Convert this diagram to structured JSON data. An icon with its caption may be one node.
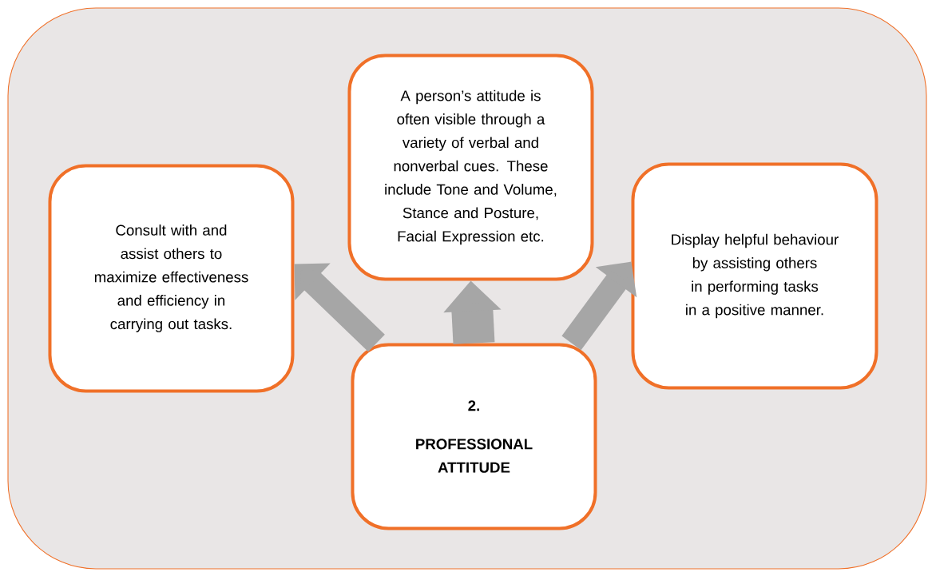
{
  "diagram": {
    "nodes": [
      {
        "text": [],
        "shape": "box"
      },
      {
        "text": [
          "Consult with and assist others to maximize effectiveness and efficiency in carrying out tasks."
        ],
        "in": 0
      },
      {
        "text": [
          "A person’s attitude is often visible through a variety of verbal and nonverbal cues. These include Tone and Volume, Stance and Posture, Facial Expression etc."
        ],
        "in": 0
      },
      {
        "text": [
          "Display helpful behaviour by assisting others in performing tasks in a positive manner."
        ],
        "in": 0
      },
      {
        "text": [
          "2.",
          "PROFESSIONAL ATTITUDE"
        ],
        "in": 0
      }
    ],
    "edges": [
      {
        "from": 4,
        "to": 1,
        "arrow": "to"
      },
      {
        "from": 4,
        "to": 2,
        "arrow": "to"
      },
      {
        "from": 4,
        "to": 3,
        "arrow": "to"
      }
    ]
  }
}
